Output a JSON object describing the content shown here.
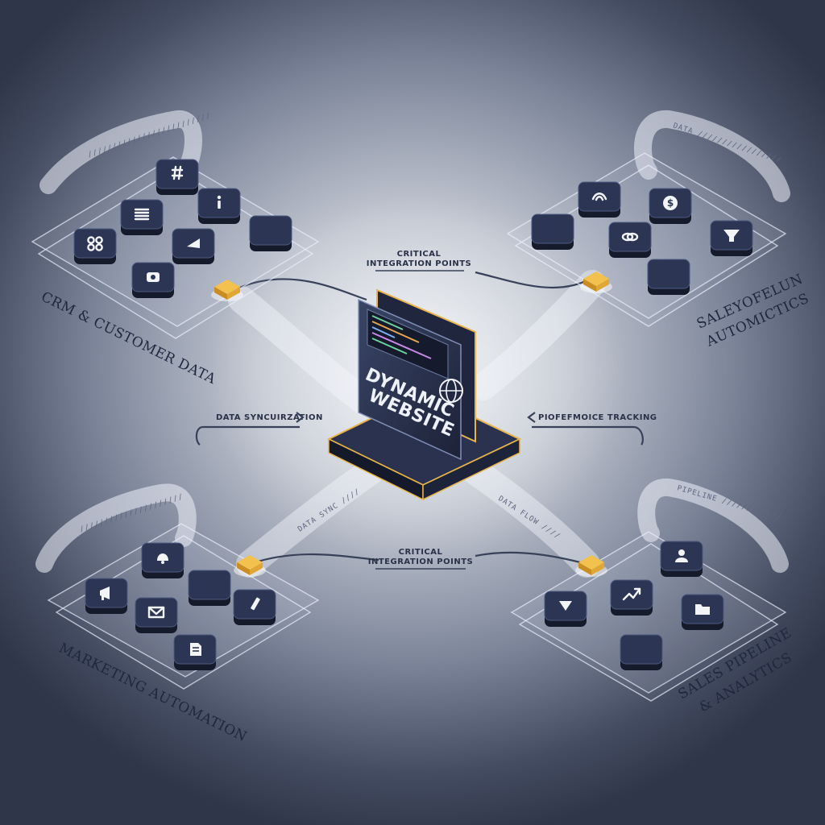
{
  "center": {
    "title_line1": "DYNAMIC",
    "title_line2": "WEBSITE",
    "icon": "globe-icon"
  },
  "annotations": {
    "critical_top": {
      "line1": "CRITICAL",
      "line2": "INTEGRATION POINTS"
    },
    "critical_bottom": {
      "line1": "CRITICAL",
      "line2": "INTEGRATION POINTS"
    },
    "data_sync": "DATA SYNCUIRZATION",
    "performance_tracking": "PIOFEFMOICE TRACKING"
  },
  "clusters": {
    "top_left": {
      "label": "CRM & CUSTOMER DATA",
      "icons": [
        "hashtag-icon",
        "info-icon",
        "list-icon",
        "dots-grid-icon",
        "play-icon",
        "blank-tile",
        "camera-icon"
      ]
    },
    "top_right": {
      "label_line1": "SALEYOFELUN",
      "label_line2": "AUTOMICTICS",
      "icons": [
        "signal-icon",
        "dollar-icon",
        "blank-tile",
        "link-icon",
        "funnel-icon",
        "blank-tile"
      ]
    },
    "bottom_left": {
      "label": "MARKETING AUTOMATION",
      "icons": [
        "bell-icon",
        "megaphone-icon",
        "blank-tile",
        "mail-icon",
        "pen-icon",
        "document-icon"
      ]
    },
    "bottom_right": {
      "label_line1": "SALES PIPELINE",
      "label_line2": "& ANALYTICS",
      "icons": [
        "user-icon",
        "trend-up-icon",
        "download-icon",
        "folder-icon",
        "blank-tile"
      ]
    }
  },
  "colors": {
    "node_gold": "#f2c14e",
    "tile_navy": "#2c3553",
    "accent_gold_edge": "#e8b54a"
  }
}
